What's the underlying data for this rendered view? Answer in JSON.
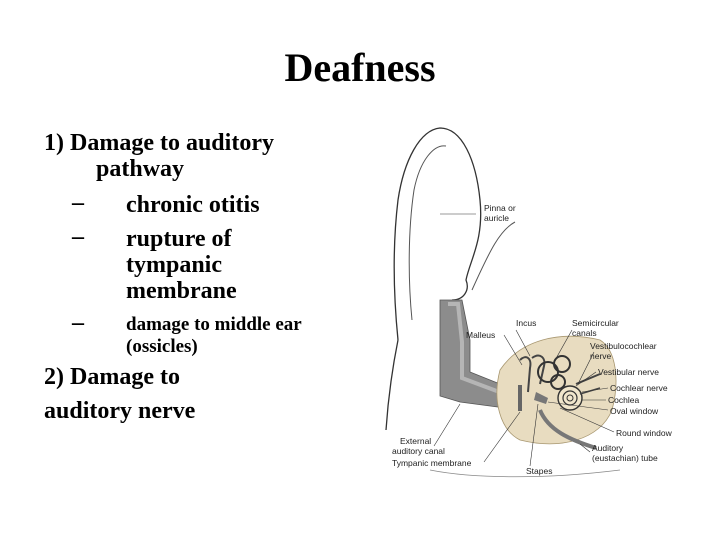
{
  "slide": {
    "title": "Deafness",
    "item1_heading_line1": "1) Damage to auditory",
    "item1_heading_line2": "pathway",
    "bullets": [
      {
        "dash": "–",
        "lines": [
          "chronic otitis"
        ]
      },
      {
        "dash": "–",
        "lines": [
          "rupture of",
          "tympanic",
          "membrane"
        ]
      },
      {
        "dash": "–",
        "lines": [
          "damage to middle ear",
          "(ossicles)"
        ]
      }
    ],
    "item2_line1": "2) Damage to",
    "item2_line2": "auditory nerve"
  },
  "diagram": {
    "labels": {
      "pinna_1": "Pinna or",
      "pinna_2": "auricle",
      "incus": "Incus",
      "semicircular_1": "Semicircular",
      "semicircular_2": "canals",
      "malleus": "Malleus",
      "vestibulocochlear_1": "Vestibulocochlear",
      "vestibulocochlear_2": "nerve",
      "vestibular_nerve": "Vestibular nerve",
      "cochlear_nerve": "Cochlear nerve",
      "cochlea": "Cochlea",
      "oval_window": "Oval window",
      "round_window": "Round window",
      "auditory_tube_1": "Auditory",
      "auditory_tube_2": "(eustachian) tube",
      "external_canal_1": "External",
      "external_canal_2": "auditory canal",
      "tympanic_membrane": "Tympanic membrane",
      "stapes": "Stapes"
    }
  }
}
